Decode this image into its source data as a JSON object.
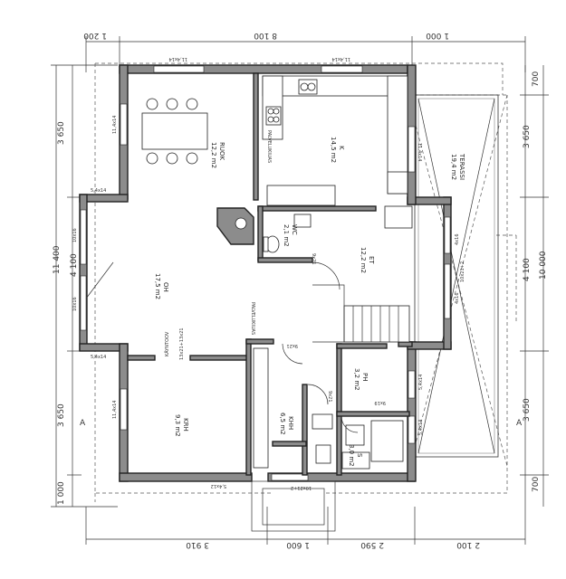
{
  "dimensions": {
    "top": [
      "1 200",
      "8 100",
      "1 000"
    ],
    "bottom": [
      "3 910",
      "1 600",
      "2 590",
      "2 100"
    ],
    "left_outer": "11 400",
    "left_inner": [
      "3 650",
      "4 100",
      "3 650",
      "1 000"
    ],
    "right_outer": [
      "700",
      "3 650",
      "4 100",
      "3 650",
      "700"
    ],
    "right_total": "10 000"
  },
  "rooms": [
    {
      "name": "RUOK",
      "area": "12,2 m2"
    },
    {
      "name": "K",
      "area": "14,5 m2"
    },
    {
      "name": "TERASSI",
      "area": "19,4 m2"
    },
    {
      "name": "OH",
      "area": "17,5 m2"
    },
    {
      "name": "WC",
      "area": "2,1 m2"
    },
    {
      "name": "ET",
      "area": "12,2 m2"
    },
    {
      "name": "PH",
      "area": "3,2 m2"
    },
    {
      "name": "KHH",
      "area": "6,5 m2"
    },
    {
      "name": "S",
      "area": "3,0 m2"
    },
    {
      "name": "KRH",
      "area": "9,3 m2"
    }
  ],
  "labels": {
    "window_top_left": "11,4x14",
    "window_top_right": "11,4x14",
    "window_left_top": "11,4x14",
    "window_left_bottom": "11,4x14",
    "window_k_right": "11,4x14",
    "window_left_a": "5,4x14",
    "window_left_b": "5,4x14",
    "window_oh_a": "10x16",
    "window_oh_b": "10x16",
    "window_et_a": "4x16",
    "window_et_b": "4x16",
    "window_ph": "5,4x14",
    "window_s": "5,4x14",
    "window_bottom": "5,4x12",
    "door_front": "10x21+2",
    "door_terrace": "10x21+2",
    "door_wc": "9x21",
    "door_et": "9x21",
    "door_ph": "9x21",
    "door_s": "9x19",
    "kayntoov": "KÄYNTOOV",
    "kayntoov_dim": "13x21+13x21",
    "pesu_label": "PALVELUKIUAS",
    "pesu_label2": "PALVELUKIUAS"
  },
  "markers": {
    "section_a": "A",
    "section_a2": "A"
  }
}
